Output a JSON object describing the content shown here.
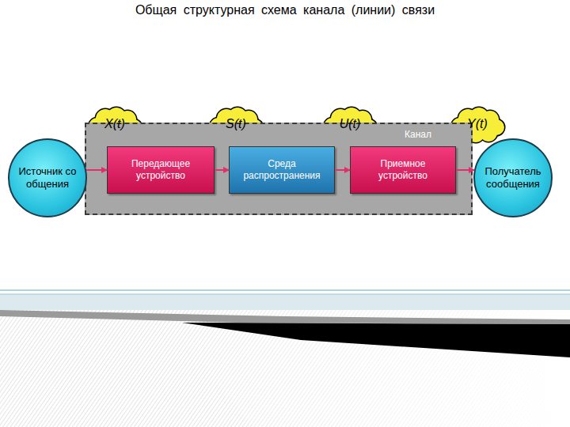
{
  "diagram": {
    "title": "Общая структурная схема канала (линии) связи",
    "nodes": [
      {
        "text": [
          "Источник сообщения"
        ]
      },
      {
        "text": [
          "Канал"
        ]
      },
      {
        "text": [
          "Передающее устройство"
        ],
        "in": 1
      },
      {
        "text": [
          "Среда распространения"
        ],
        "in": 1
      },
      {
        "text": [
          "Приемное устройство"
        ],
        "in": 1
      },
      {
        "text": [
          "Получатель сообщения"
        ]
      }
    ],
    "edges": [
      {
        "from": 0,
        "to": 2,
        "arrow": "to"
      },
      {
        "from": 2,
        "to": 3,
        "arrow": "to"
      },
      {
        "from": 3,
        "to": 4,
        "arrow": "to"
      },
      {
        "from": 4,
        "to": 5,
        "arrow": "to"
      }
    ],
    "labels": [
      "X(t)",
      "S(t)",
      "U(t)",
      "Y(t)"
    ]
  }
}
